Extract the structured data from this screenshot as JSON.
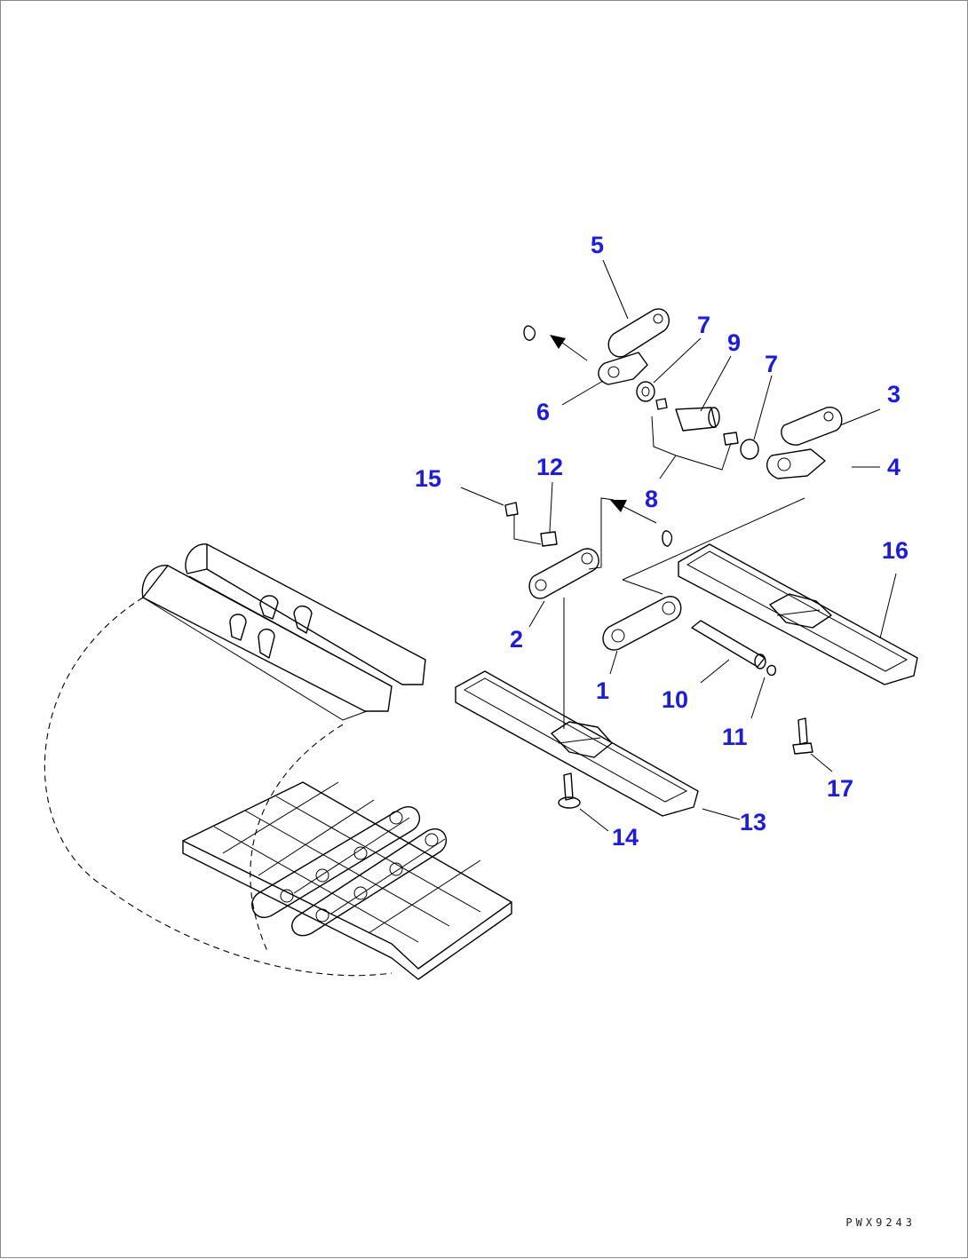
{
  "callouts": [
    {
      "id": "c5",
      "label": "5",
      "part": "master-link-cover"
    },
    {
      "id": "c7a",
      "label": "7",
      "part": "seal"
    },
    {
      "id": "c9",
      "label": "9",
      "part": "bushing"
    },
    {
      "id": "c7b",
      "label": "7",
      "part": "seal"
    },
    {
      "id": "c3",
      "label": "3",
      "part": "link-cover"
    },
    {
      "id": "c6",
      "label": "6",
      "part": "link"
    },
    {
      "id": "c4",
      "label": "4",
      "part": "link"
    },
    {
      "id": "c8",
      "label": "8",
      "part": "spacer"
    },
    {
      "id": "c15",
      "label": "15",
      "part": "nut"
    },
    {
      "id": "c12",
      "label": "12",
      "part": "pin"
    },
    {
      "id": "c16",
      "label": "16",
      "part": "track-shoe"
    },
    {
      "id": "c2",
      "label": "2",
      "part": "master-link"
    },
    {
      "id": "c1",
      "label": "1",
      "part": "master-link"
    },
    {
      "id": "c10",
      "label": "10",
      "part": "master-pin"
    },
    {
      "id": "c11",
      "label": "11",
      "part": "stopper"
    },
    {
      "id": "c17",
      "label": "17",
      "part": "bolt"
    },
    {
      "id": "c13",
      "label": "13",
      "part": "track-shoe"
    },
    {
      "id": "c14",
      "label": "14",
      "part": "bolt"
    }
  ],
  "drawing_code": "PWX9243",
  "colors": {
    "callout": "#1a1aee",
    "line": "#000000",
    "border": "#8a8a8a"
  }
}
